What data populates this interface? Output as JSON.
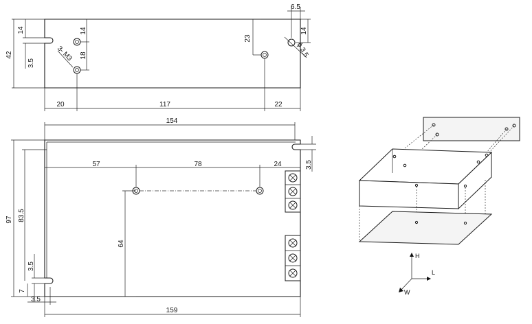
{
  "top_view": {
    "dims": {
      "height_42": "42",
      "slot_14": "14",
      "slot_3_5": "3.5",
      "hole_pitch_14": "14",
      "hole_pitch_18": "18",
      "screw_3_m3": "3- M3",
      "hole_23": "23",
      "hole_6_5": "6.5",
      "hole_14_right": "14",
      "dia_3_5": "ϕ 3.5",
      "bottom_20": "20",
      "bottom_117": "117",
      "bottom_22": "22"
    }
  },
  "front_view": {
    "dims": {
      "width_154": "154",
      "seg_57": "57",
      "seg_78": "78",
      "seg_24": "24",
      "right_3_5": "3.5",
      "height_97": "97",
      "height_83_5": "83.5",
      "height_64": "64",
      "left_3_5": "3.5",
      "left_7": "7",
      "bottom_3_5": "3.5",
      "bottom_159": "159"
    }
  },
  "axes": {
    "h": "H",
    "l": "L",
    "w": "W"
  }
}
